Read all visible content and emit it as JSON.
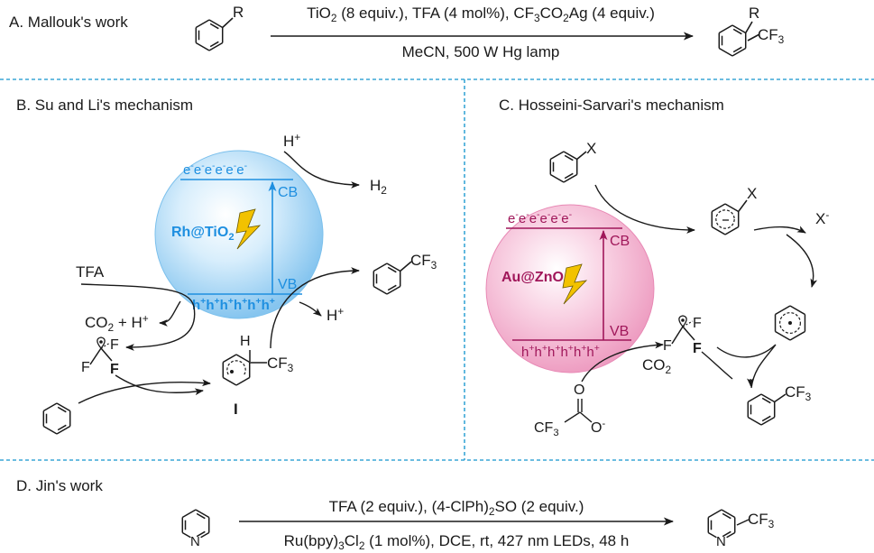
{
  "panelA": {
    "title": "A. Mallouk's work",
    "sm_substituent": "R",
    "conditions": [
      [
        "TiO",
        {
          "sub": "2"
        },
        " (8 equiv.), TFA (4 mol%), CF",
        {
          "sub": "3"
        },
        "CO",
        {
          "sub": "2"
        },
        "Ag (4 equiv.)"
      ]
    ],
    "conditions_below": [
      [
        "MeCN, 500 W Hg lamp"
      ]
    ],
    "product_substituent": "R",
    "product_group": [
      [
        "CF",
        {
          "sub": "3"
        }
      ]
    ]
  },
  "panelB": {
    "title": "B. Su and Li's mechanism",
    "catalyst": [
      [
        "Rh@TiO",
        {
          "sub": "2"
        }
      ]
    ],
    "electrons": [
      [
        "e",
        {
          "sup": "-"
        },
        "e",
        {
          "sup": "-"
        },
        "e",
        {
          "sup": "-"
        },
        "e",
        {
          "sup": "-"
        },
        "e",
        {
          "sup": "-"
        },
        "e",
        {
          "sup": "-"
        }
      ]
    ],
    "holes": [
      [
        "h",
        {
          "sup": "+"
        },
        "h",
        {
          "sup": "+"
        },
        "h",
        {
          "sup": "+"
        },
        "h",
        {
          "sup": "+"
        },
        "h",
        {
          "sup": "+"
        },
        "h",
        {
          "sup": "+"
        }
      ]
    ],
    "cb": "CB",
    "vb": "VB",
    "proton": [
      [
        "H",
        {
          "sup": "+"
        }
      ]
    ],
    "hydrogen": [
      [
        "H",
        {
          "sub": "2"
        }
      ]
    ],
    "tfa": "TFA",
    "co2_h": [
      [
        "CO",
        {
          "sub": "2"
        },
        " + H",
        {
          "sup": "+"
        }
      ]
    ],
    "proton_out": [
      [
        "H",
        {
          "sup": "+"
        }
      ]
    ],
    "product_group": [
      [
        "CF",
        {
          "sub": "3"
        }
      ]
    ],
    "intermediate_h": "H",
    "intermediate_group": [
      [
        "CF",
        {
          "sub": "3"
        }
      ]
    ],
    "intermediate_label": "I",
    "radical_f": "F"
  },
  "panelC": {
    "title": "C. Hosseini-Sarvari's mechanism",
    "catalyst": "Au@ZnO",
    "electrons": [
      [
        "e",
        {
          "sup": "-"
        },
        "e",
        {
          "sup": "-"
        },
        "e",
        {
          "sup": "-"
        },
        "e",
        {
          "sup": "-"
        },
        "e",
        {
          "sup": "-"
        },
        "e",
        {
          "sup": "-"
        }
      ]
    ],
    "holes": [
      [
        "h",
        {
          "sup": "+"
        },
        "h",
        {
          "sup": "+"
        },
        "h",
        {
          "sup": "+"
        },
        "h",
        {
          "sup": "+"
        },
        "h",
        {
          "sup": "+"
        },
        "h",
        {
          "sup": "+"
        }
      ]
    ],
    "cb": "CB",
    "vb": "VB",
    "sm_x": "X",
    "anion_x": "X",
    "x_minus": [
      [
        "X",
        {
          "sup": "-"
        }
      ]
    ],
    "co2": [
      [
        "CO",
        {
          "sub": "2"
        }
      ]
    ],
    "tfa_cf3": [
      [
        "CF",
        {
          "sub": "3"
        }
      ]
    ],
    "tfa_o": "O",
    "tfa_o_minus": [
      [
        "O",
        {
          "sup": "-"
        }
      ]
    ],
    "radical_f": "F",
    "product_group": [
      [
        "CF",
        {
          "sub": "3"
        }
      ]
    ]
  },
  "panelD": {
    "title": "D. Jin's work",
    "conditions": [
      [
        "TFA (2 equiv.), (4-ClPh)",
        {
          "sub": "2"
        },
        "SO (2 equiv.)"
      ]
    ],
    "conditions_below": [
      [
        "Ru(bpy)",
        {
          "sub": "3"
        },
        "Cl",
        {
          "sub": "2"
        },
        " (1 mol%), DCE, rt, 427 nm LEDs, 48 h"
      ]
    ],
    "n_atom": "N",
    "product_group": [
      [
        "CF",
        {
          "sub": "3"
        }
      ]
    ]
  },
  "colors": {
    "black": "#1a1a1a",
    "divider": "#3aa6d6",
    "tio2_accent": "#1e8fe0",
    "tio2_sphere": "#a8d8f5",
    "zno_accent": "#a0175a",
    "zno_sphere": "#f2a5c8",
    "bolt": "#f2c200"
  }
}
